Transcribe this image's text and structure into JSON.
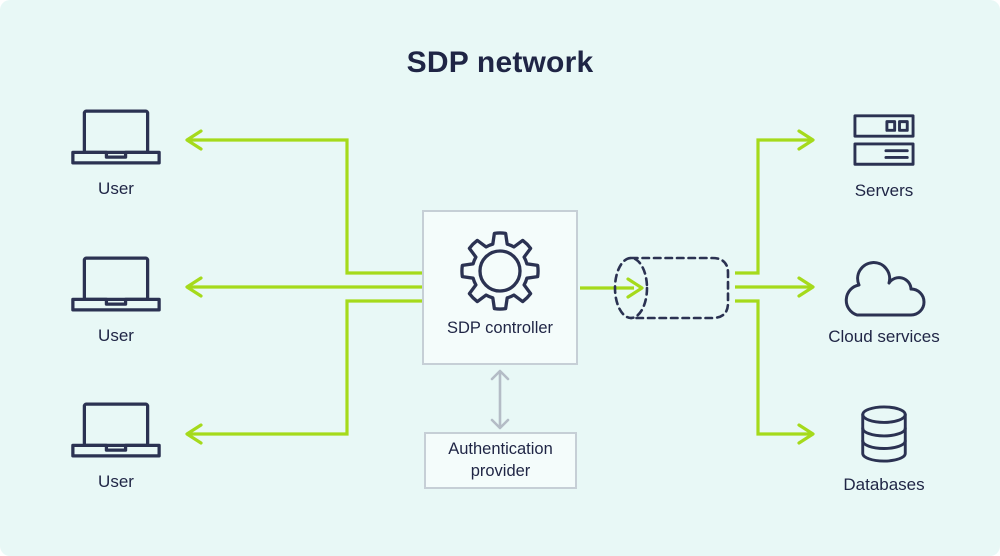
{
  "title": "SDP network",
  "colors": {
    "background": "#e8f8f6",
    "navy": "#2b3252",
    "text": "#1f2545",
    "green": "#a5da1b",
    "box_border": "#c6cfd6",
    "box_fill": "rgba(255,255,255,0.5)",
    "gray_arrow": "#b4bcc6"
  },
  "nodes": {
    "users": [
      {
        "label": "User"
      },
      {
        "label": "User"
      },
      {
        "label": "User"
      }
    ],
    "controller": {
      "label": "SDP controller"
    },
    "auth": {
      "label": "Authentication provider"
    },
    "servers": {
      "label": "Servers"
    },
    "cloud": {
      "label": "Cloud services"
    },
    "databases": {
      "label": "Databases"
    }
  }
}
